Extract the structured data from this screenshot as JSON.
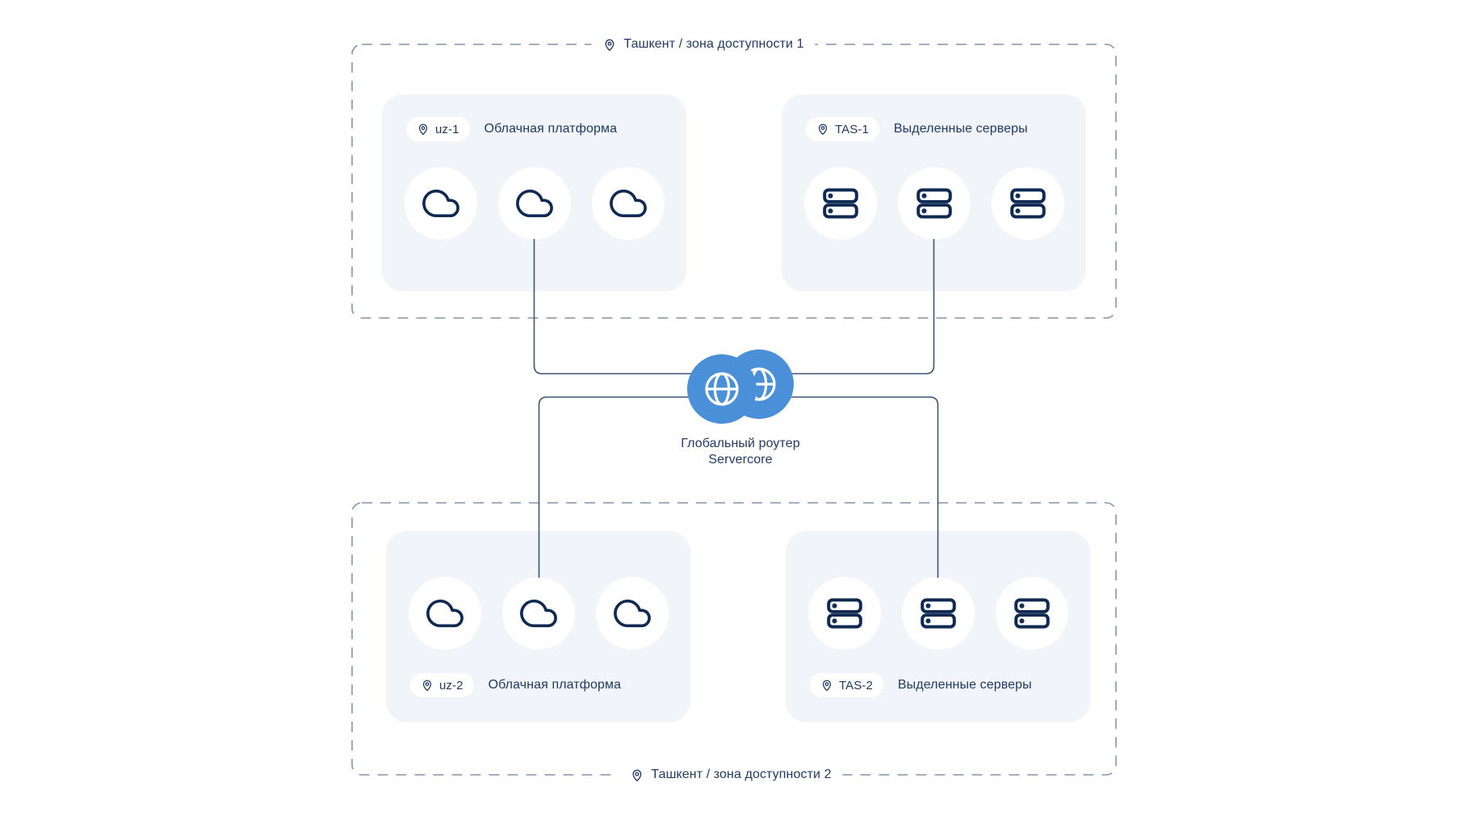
{
  "diagram": {
    "zones": [
      {
        "id": "zone-1",
        "label": "Ташкент / зона доступности 1",
        "panels": [
          {
            "badge": "uz-1",
            "title": "Облачная платформа",
            "node_type": "cloud",
            "node_count": 3
          },
          {
            "badge": "TAS-1",
            "title": "Выделенные серверы",
            "node_type": "server",
            "node_count": 3
          }
        ]
      },
      {
        "id": "zone-2",
        "label": "Ташкент / зона доступности 2",
        "panels": [
          {
            "badge": "uz-2",
            "title": "Облачная платформа",
            "node_type": "cloud",
            "node_count": 3
          },
          {
            "badge": "TAS-2",
            "title": "Выделенные серверы",
            "node_type": "server",
            "node_count": 3
          }
        ]
      }
    ],
    "router": {
      "label_line1": "Глобальный роутер",
      "label_line2": "Servercore"
    },
    "icons": [
      "location-pin-icon",
      "cloud-icon",
      "server-icon",
      "globe-icon"
    ],
    "colors": {
      "accent_blue": "#4a90d8",
      "icon_navy": "#0e2a52",
      "text_navy": "#1e3a69",
      "panel_bg": "#f1f5f9",
      "dashed_border": "#8394aa",
      "connector_line": "#3c5677",
      "background": "#ffffff"
    }
  }
}
